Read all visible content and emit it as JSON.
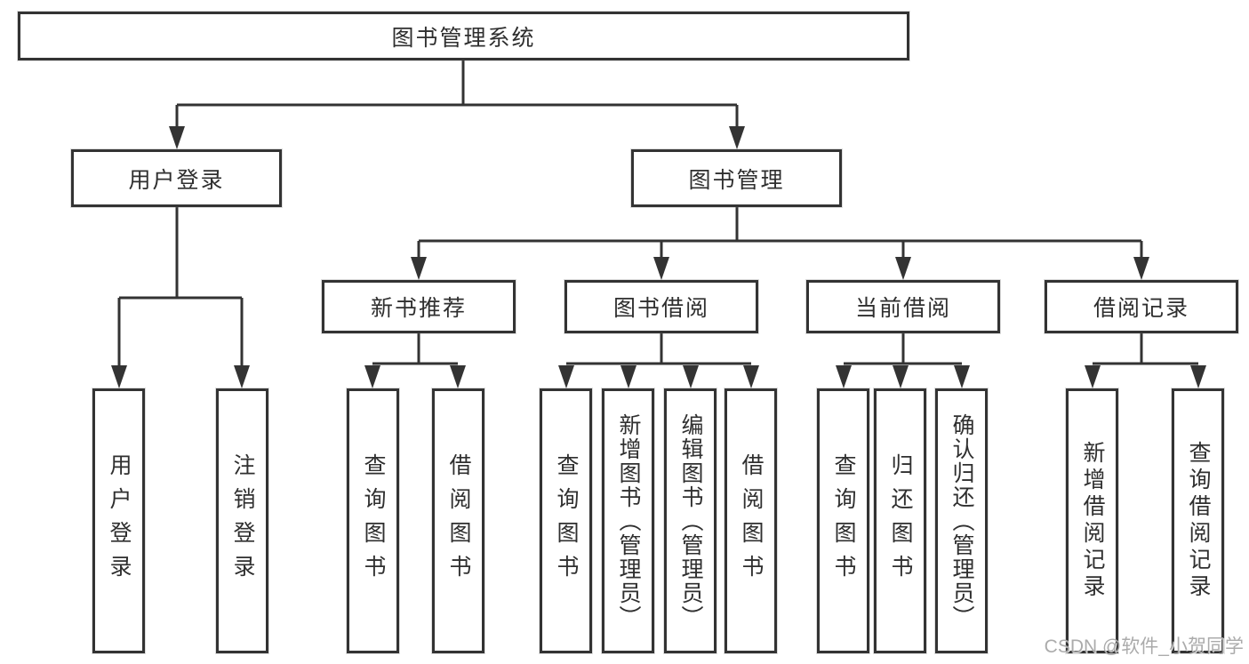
{
  "nodes": {
    "root": "图书管理系统",
    "user_login": "用户登录",
    "book_mgmt": "图书管理",
    "new_book_rec": "新书推荐",
    "book_borrow": "图书借阅",
    "current_borrow": "当前借阅",
    "borrow_records": "借阅记录",
    "leaf_user_login": "用户登录",
    "leaf_logout": "注销登录",
    "rec_query_books": "查询图书",
    "rec_borrow_books": "借阅图书",
    "bb_query_books": "查询图书",
    "bb_add_books": "新增图书（管理员）",
    "bb_edit_books": "编辑图书（管理员）",
    "bb_borrow_books": "借阅图书",
    "cb_query_books": "查询图书",
    "cb_return_books": "归还图书",
    "cb_confirm_return": "确认归还（管理员）",
    "br_add_record": "新增借阅记录",
    "br_query_record": "查询借阅记录"
  },
  "watermark": "CSDN @软件_小贺同学",
  "colors": {
    "line": "#333333",
    "text": "#2f2f2f",
    "background": "#ffffff",
    "watermark": "#a4a4a4"
  }
}
